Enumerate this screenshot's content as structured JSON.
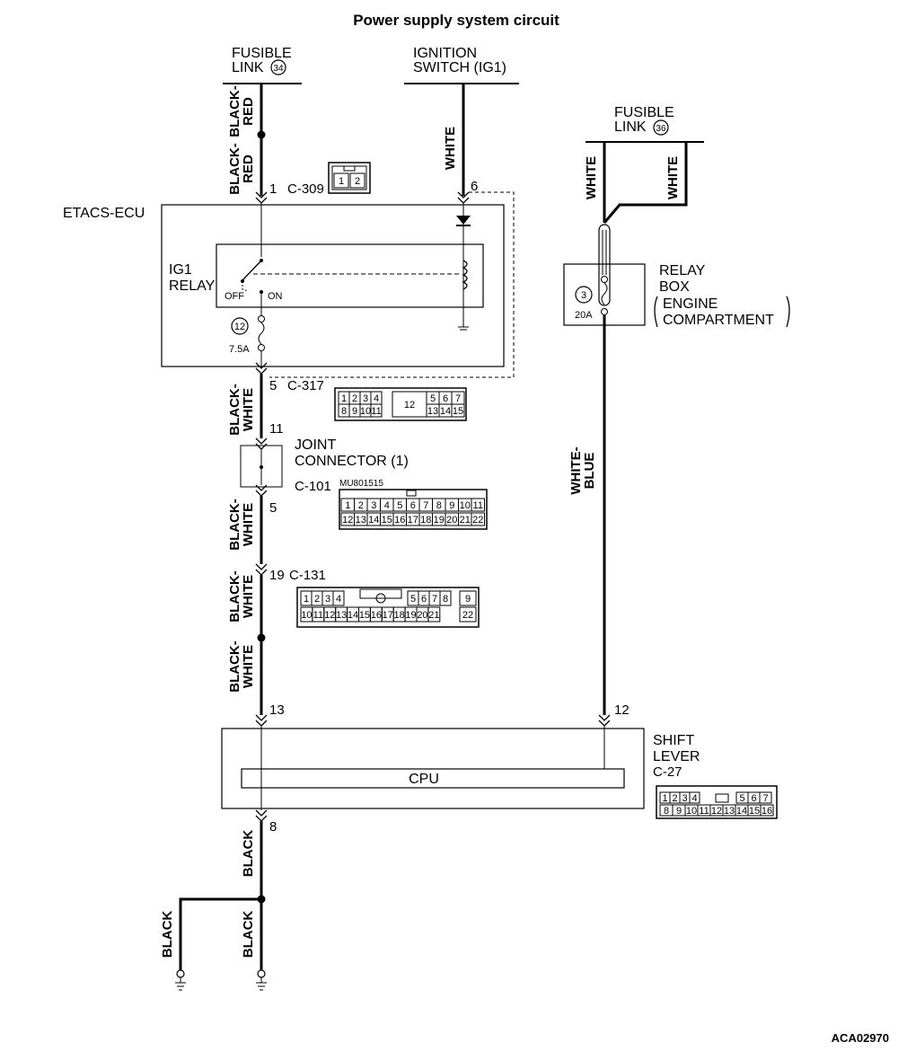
{
  "title": "Power supply system circuit",
  "reference_code": "ACA02970",
  "sources": {
    "fusible_link_34": {
      "line1": "FUSIBLE",
      "line2": "LINK",
      "number": "34"
    },
    "ignition_switch": {
      "line1": "IGNITION",
      "line2": "SWITCH (IG1)"
    },
    "fusible_link_36": {
      "line1": "FUSIBLE",
      "line2": "LINK",
      "number": "36"
    }
  },
  "components": {
    "etacs_ecu": {
      "label": "ETACS-ECU"
    },
    "ig1_relay": {
      "line1": "IG1",
      "line2": "RELAY",
      "off": "OFF",
      "on": "ON"
    },
    "fuse_12": {
      "number": "12",
      "rating": "7.5A"
    },
    "relay_box": {
      "line1": "RELAY",
      "line2": "BOX",
      "line3": "ENGINE",
      "line4": "COMPARTMENT",
      "fuse_number": "3",
      "fuse_rating": "20A"
    },
    "joint_connector": {
      "line1": "JOINT",
      "line2": "CONNECTOR (1)"
    },
    "shift_lever": {
      "line1": "SHIFT",
      "line2": "LEVER",
      "connector": "C-27"
    },
    "cpu": {
      "label": "CPU"
    }
  },
  "connectors": {
    "c309": {
      "label": "C-309",
      "pins": [
        "1",
        "2"
      ]
    },
    "c317": {
      "label": "C-317",
      "row1": [
        "1",
        "2",
        "3",
        "4",
        "12",
        "5",
        "6",
        "7"
      ],
      "row2": [
        "8",
        "9",
        "10",
        "11",
        "13",
        "14",
        "15"
      ]
    },
    "c101": {
      "label": "C-101",
      "part": "MU801515",
      "row1": [
        "1",
        "2",
        "3",
        "4",
        "5",
        "6",
        "7",
        "8",
        "9",
        "10",
        "11"
      ],
      "row2": [
        "12",
        "13",
        "14",
        "15",
        "16",
        "17",
        "18",
        "19",
        "20",
        "21",
        "22"
      ]
    },
    "c131": {
      "label": "C-131",
      "row1": [
        "1",
        "2",
        "3",
        "4",
        "5",
        "6",
        "7",
        "8",
        "9"
      ],
      "row2": [
        "10",
        "11",
        "12",
        "13",
        "14",
        "15",
        "16",
        "17",
        "18",
        "19",
        "20",
        "21",
        "22"
      ]
    },
    "c27": {
      "row1": [
        "1",
        "2",
        "3",
        "4",
        "5",
        "6",
        "7"
      ],
      "row2": [
        "8",
        "9",
        "10",
        "11",
        "12",
        "13",
        "14",
        "15",
        "16"
      ]
    }
  },
  "pins": {
    "c309_1": "1",
    "ign_6": "6",
    "c317_5": "5",
    "jc_11": "11",
    "jc_5": "5",
    "c131_19": "19",
    "sl_13": "13",
    "sl_12": "12",
    "sl_8": "8"
  },
  "wires": {
    "w1a": {
      "line1": "BLACK-",
      "line2": "RED"
    },
    "w1b": {
      "line1": "BLACK-",
      "line2": "RED"
    },
    "w2": "WHITE",
    "w3a": "WHITE",
    "w3b": "WHITE",
    "w4": {
      "line1": "BLACK-",
      "line2": "WHITE"
    },
    "w5": {
      "line1": "BLACK-",
      "line2": "WHITE"
    },
    "w6": {
      "line1": "BLACK-",
      "line2": "WHITE"
    },
    "w7": {
      "line1": "BLACK-",
      "line2": "WHITE"
    },
    "w8": {
      "line1": "WHITE-",
      "line2": "BLUE"
    },
    "w9": "BLACK",
    "w10": "BLACK",
    "w11": "BLACK"
  }
}
